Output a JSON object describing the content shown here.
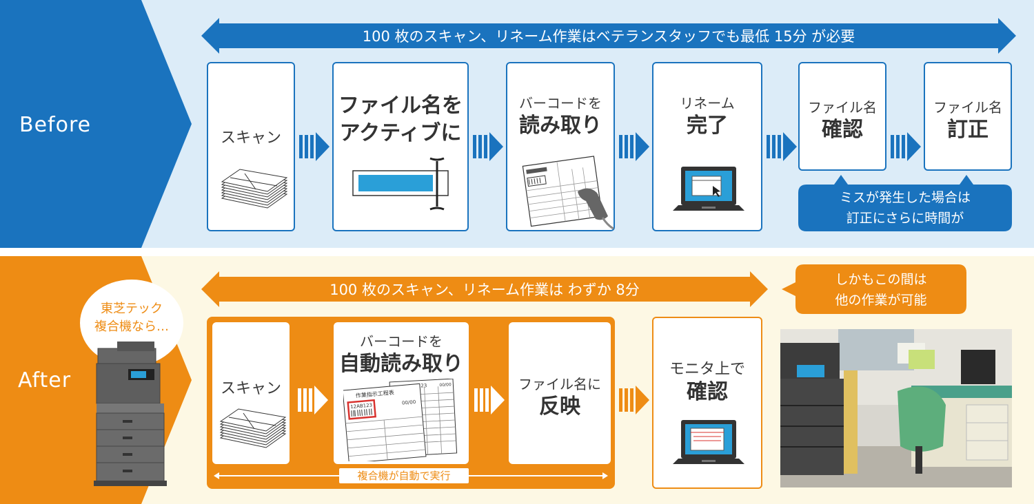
{
  "colors": {
    "before_blue": "#1a73be",
    "after_orange": "#ee8c14",
    "before_bg": "#dcecf8",
    "after_bg": "#fdf8e4"
  },
  "before": {
    "label": "Before",
    "banner": "100 枚のスキャン、リネーム作業はベテランスタッフでも最低 15分 が必要",
    "steps": [
      {
        "lines": [
          "スキャン"
        ],
        "icon": "paper-stack-icon"
      },
      {
        "lines": [
          "ファイル名を",
          "アクティブに"
        ],
        "icon": "text-cursor-field-icon"
      },
      {
        "small": "バーコードを",
        "big": "読み取り",
        "icon": "barcode-scanner-icon"
      },
      {
        "small": "リネーム",
        "big": "完了",
        "icon": "laptop-icon"
      },
      {
        "small": "ファイル名",
        "big": "確認"
      },
      {
        "small": "ファイル名",
        "big": "訂正"
      }
    ],
    "callout": [
      "ミスが発生した場合は",
      "訂正にさらに時間が"
    ]
  },
  "after": {
    "label": "After",
    "bubble": [
      "東芝テック",
      "複合機なら…"
    ],
    "banner": "100 枚のスキャン、リネーム作業は わずか 8分",
    "callout": [
      "しかもこの間は",
      "他の作業が可能"
    ],
    "steps": [
      {
        "lines": [
          "スキャン"
        ],
        "icon": "paper-stack-icon"
      },
      {
        "small": "バーコードを",
        "big": "自動読み取り",
        "icon": "barcode-document-icon"
      },
      {
        "small": "ファイル名に",
        "big": "反映"
      },
      {
        "small": "モニタ上で",
        "big": "確認",
        "icon": "laptop-icon"
      }
    ],
    "auto_label": "複合機が自動で実行",
    "form_labels": {
      "title": "作業指示工程表",
      "code": "12AB123",
      "code2": "13AB123",
      "date": "00/00"
    }
  }
}
